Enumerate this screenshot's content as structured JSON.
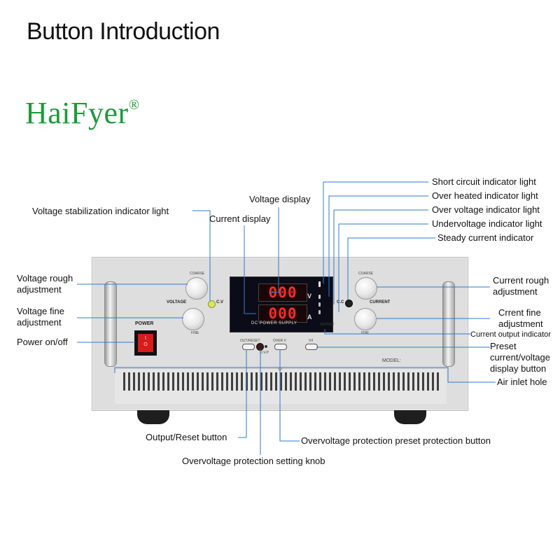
{
  "title": "Button Introduction",
  "brand": {
    "name": "HaiFyer",
    "reg": "®",
    "color": "#1e9a3a"
  },
  "device": {
    "voltage_display": "000",
    "current_display": "000",
    "unit_v": "V",
    "unit_a": "A",
    "dc_label": "DC POWER SUPPLY",
    "voltage_label": "VOLTAGE",
    "current_label": "CURRENT",
    "cv_label": "C.V",
    "cc_label": "C.C",
    "power_label": "POWER",
    "power_on": "I",
    "power_off": "O",
    "coarse": "COARSE",
    "fine": "FINE",
    "out_reset": "OUT/RESET",
    "ovp": "O.V.P",
    "over_v": "OVER V",
    "vi": "V/I",
    "output": "OUTPUT",
    "model": "MODEL:"
  },
  "labels": {
    "short_circuit": "Short circuit indicator light",
    "over_heated": "Over heated indicator light",
    "over_voltage": "Over voltage indicator light",
    "undervoltage": "Undervoltage indicator light",
    "steady_current": "Steady current indicator",
    "voltage_display": "Voltage display",
    "voltage_stab": "Voltage stabilization indicator light",
    "current_display": "Current display",
    "voltage_rough": "Voltage rough adjustment",
    "voltage_fine": "Voltage fine adjustment",
    "power": "Power on/off",
    "current_rough": "Current rough adjustment",
    "current_fine": "Crrent fine adjustment",
    "current_output": "Current output indicator",
    "preset": "Preset current/voltage display button",
    "air_inlet": "Air inlet hole",
    "output_reset": "Output/Reset button",
    "ovp_preset": "Overvoltage protection preset protection button",
    "ovp_knob": "Overvoltage protection setting knob"
  }
}
